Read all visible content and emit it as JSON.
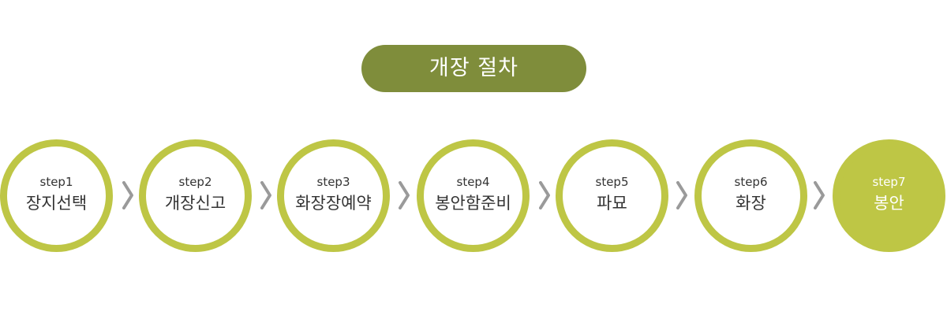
{
  "title": "개장 절차",
  "colors": {
    "title_bg": "#7f8d3b",
    "ring": "#bec645",
    "active_fill": "#bec645",
    "chevron": "#9a9a9a"
  },
  "steps": [
    {
      "num": "step1",
      "label": "장지선택",
      "active": false
    },
    {
      "num": "step2",
      "label": "개장신고",
      "active": false
    },
    {
      "num": "step3",
      "label": "화장장예약",
      "active": false
    },
    {
      "num": "step4",
      "label": "봉안함준비",
      "active": false
    },
    {
      "num": "step5",
      "label": "파묘",
      "active": false
    },
    {
      "num": "step6",
      "label": "화장",
      "active": false
    },
    {
      "num": "step7",
      "label": "봉안",
      "active": true
    }
  ]
}
